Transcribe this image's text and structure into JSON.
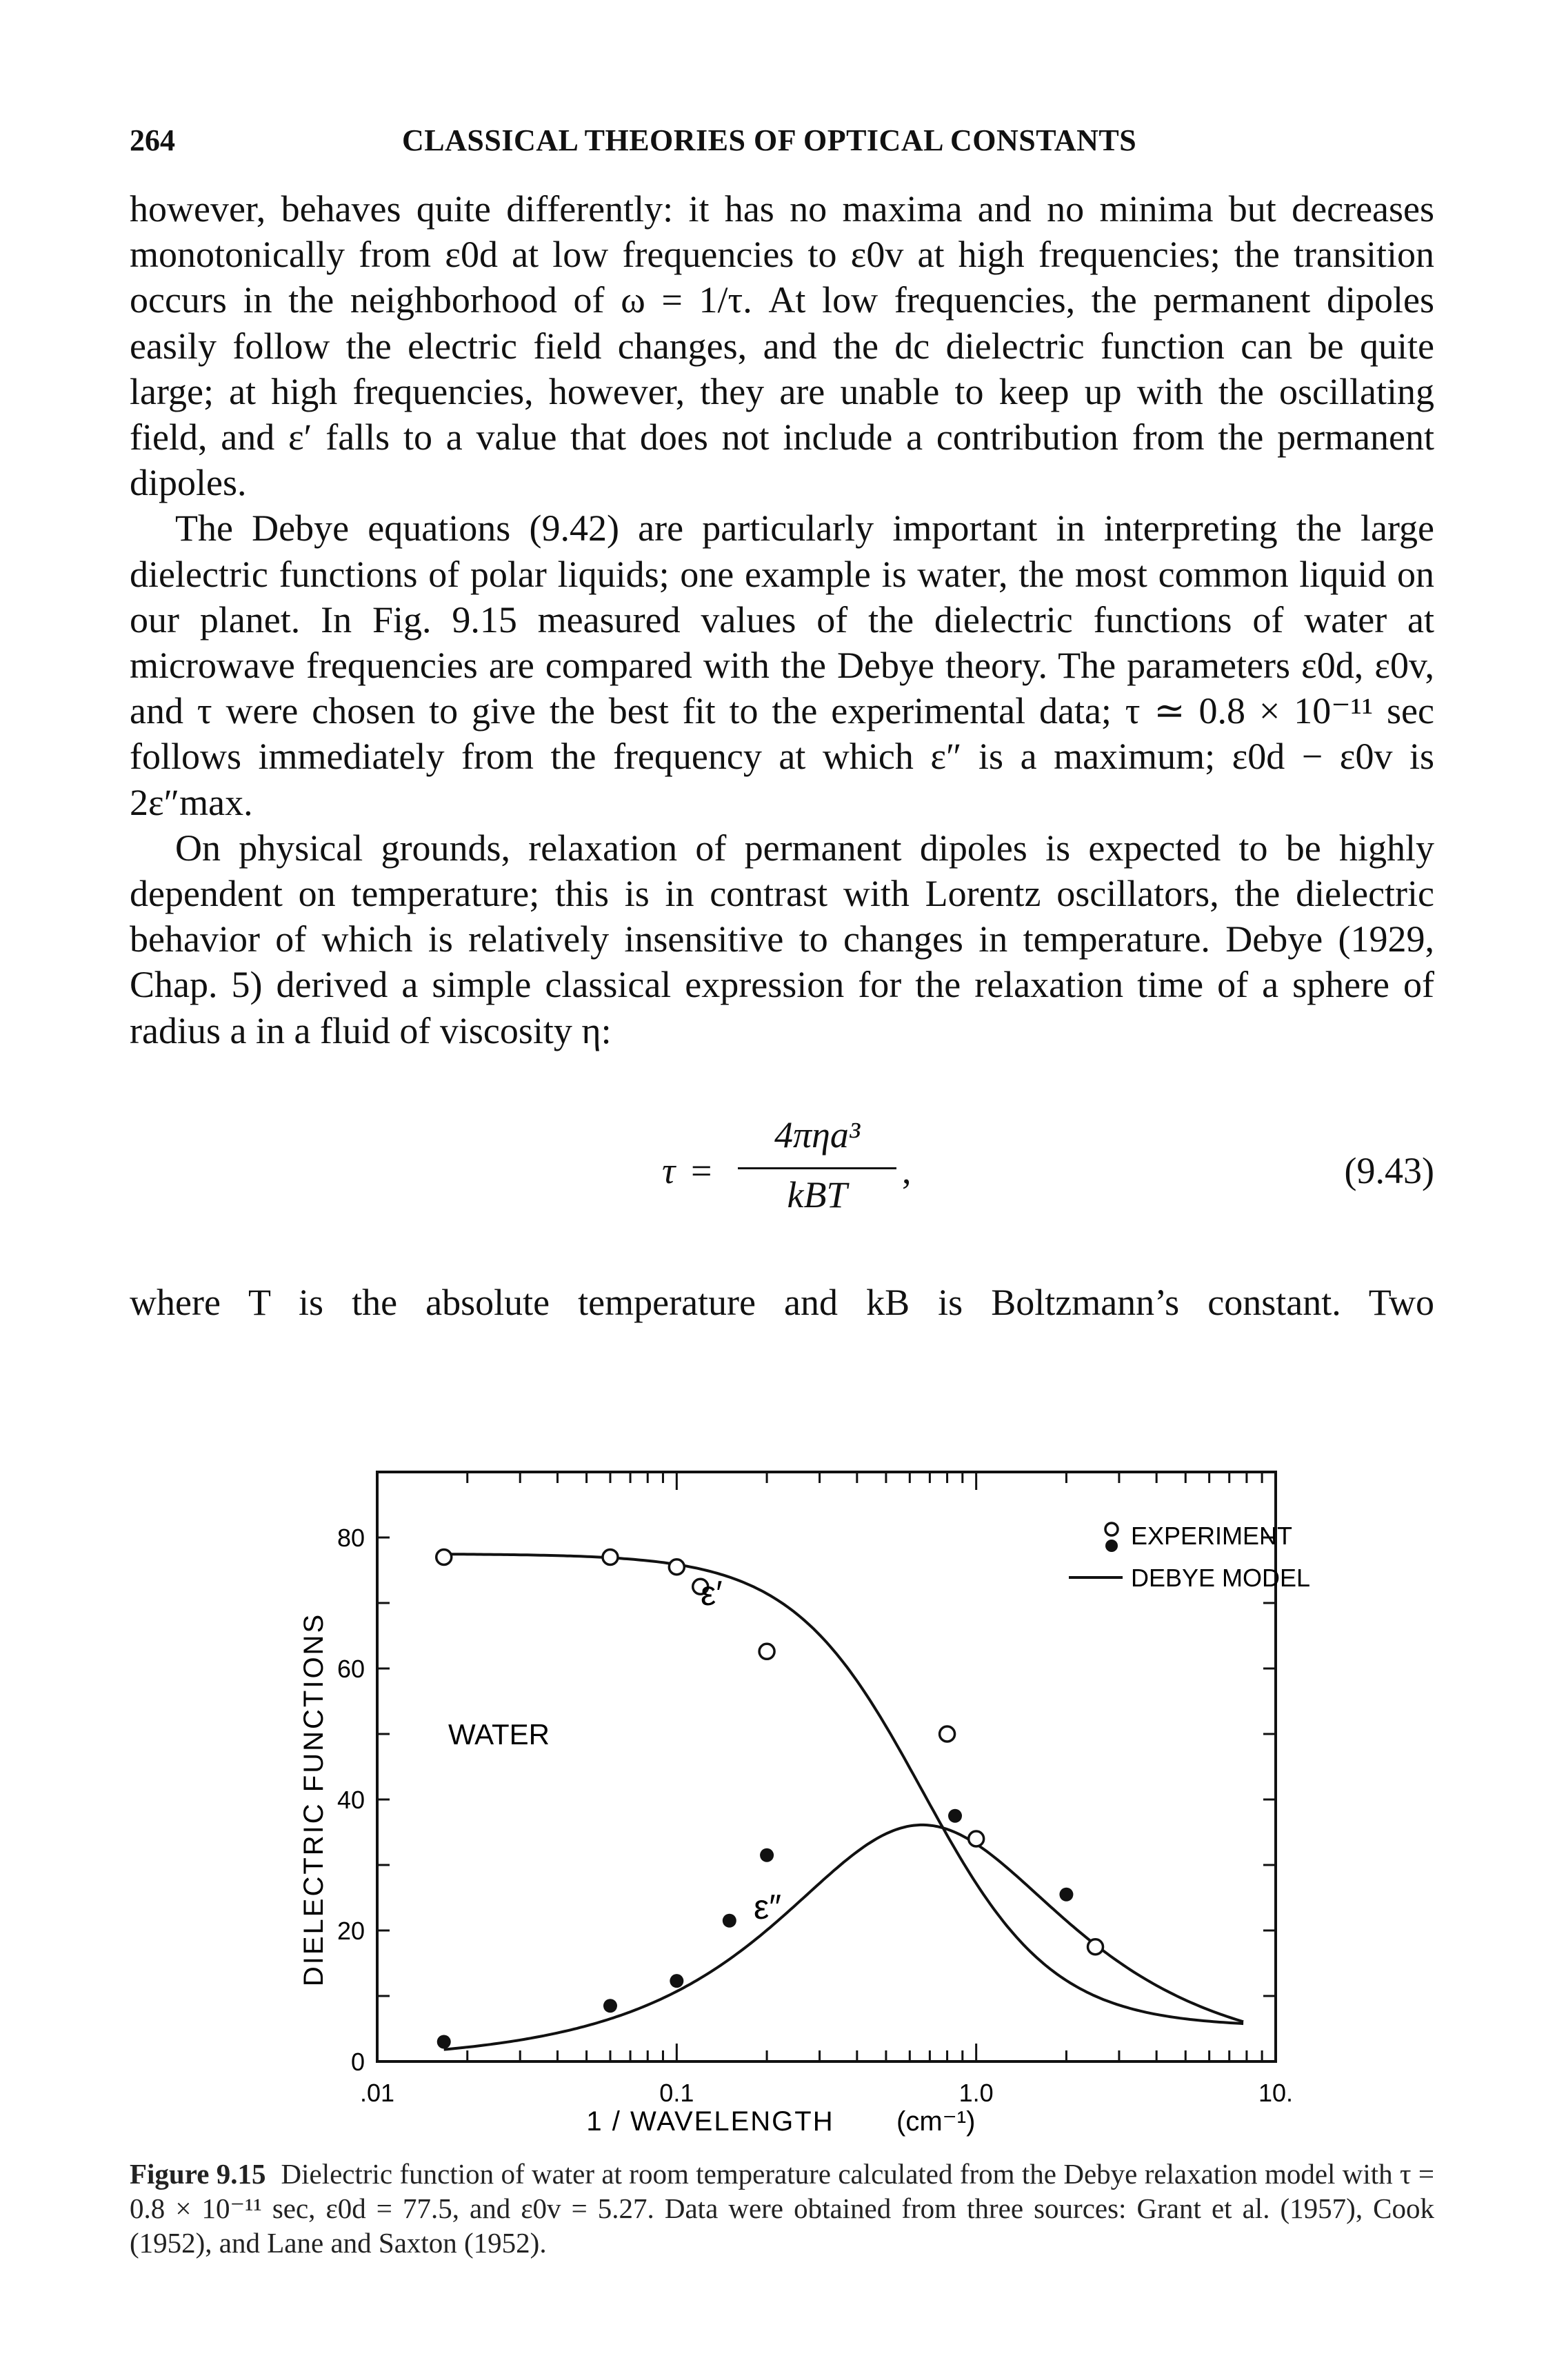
{
  "header": {
    "page_number": "264",
    "running_title": "CLASSICAL THEORIES OF OPTICAL CONSTANTS"
  },
  "paragraphs": [
    "however, behaves quite differently: it has no maxima and no minima but decreases monotonically from ε0d at low frequencies to ε0v at high frequencies; the transition occurs in the neighborhood of ω = 1/τ. At low frequencies, the permanent dipoles easily follow the electric field changes, and the dc dielectric function can be quite large; at high frequencies, however, they are unable to keep up with the oscillating field, and ε′ falls to a value that does not include a contribution from the permanent dipoles.",
    "The Debye equations (9.42) are particularly important in interpreting the large dielectric functions of polar liquids; one example is water, the most common liquid on our planet. In Fig. 9.15 measured values of the dielectric functions of water at microwave frequencies are compared with the Debye theory. The parameters ε0d, ε0v, and τ were chosen to give the best fit to the experimental data; τ ≃ 0.8 × 10⁻¹¹ sec follows immediately from the frequency at which ε″ is a maximum; ε0d − ε0v is 2ε″max.",
    "On physical grounds, relaxation of permanent dipoles is expected to be highly dependent on temperature; this is in contrast with Lorentz oscillators, the dielectric behavior of which is relatively insensitive to changes in temperature. Debye (1929, Chap. 5) derived a simple classical expression for the relaxation time of a sphere of radius a in a fluid of viscosity η:"
  ],
  "equation": {
    "lhs": "τ",
    "equals": "=",
    "numerator": "4πηa³",
    "denominator": "kBT",
    "trailing": ",",
    "number": "(9.43)"
  },
  "after_equation": "where T is the absolute temperature and kB is Boltzmann’s constant. Two",
  "figure": {
    "label": "Figure 9.15",
    "caption": "Dielectric function of water at room temperature calculated from the Debye relaxation model with τ = 0.8 × 10⁻¹¹ sec, ε0d = 77.5, and ε0v = 5.27. Data were obtained from three sources: Grant et al. (1957), Cook (1952), and Lane and Saxton (1952)."
  },
  "chart_data": {
    "type": "line",
    "xlabel": "1 / WAVELENGTH",
    "xunit": "(cm⁻¹)",
    "ylabel": "DIELECTRIC FUNCTIONS",
    "x_scale": "log",
    "xlim": [
      0.01,
      10
    ],
    "ylim": [
      0,
      90
    ],
    "x_ticks": [
      ".01",
      "0.1",
      "1.0",
      "10."
    ],
    "y_ticks": [
      "0",
      "20",
      "40",
      "60",
      "80"
    ],
    "annotation": "WATER",
    "legend": {
      "placement": "top-right",
      "experiment": "EXPERIMENT",
      "debye": "DEBYE MODEL"
    },
    "curve_labels": {
      "real": "ε′",
      "imag": "ε″"
    },
    "model": {
      "eps_0d": 77.5,
      "eps_0v": 5.27,
      "x_peak": 0.66
    },
    "series": [
      {
        "name": "ε′",
        "experiment_x": [
          0.0167,
          0.06,
          0.1,
          0.12,
          0.2,
          0.8,
          1.0,
          2.5
        ],
        "experiment_y": [
          77,
          77,
          75.5,
          72.5,
          62.6,
          50,
          34,
          17.5
        ]
      },
      {
        "name": "ε″",
        "experiment_x": [
          0.0167,
          0.06,
          0.1,
          0.15,
          0.2,
          0.85,
          2.0
        ],
        "experiment_y": [
          3,
          8.5,
          12.3,
          21.5,
          31.5,
          37.5,
          25.5
        ]
      }
    ]
  }
}
